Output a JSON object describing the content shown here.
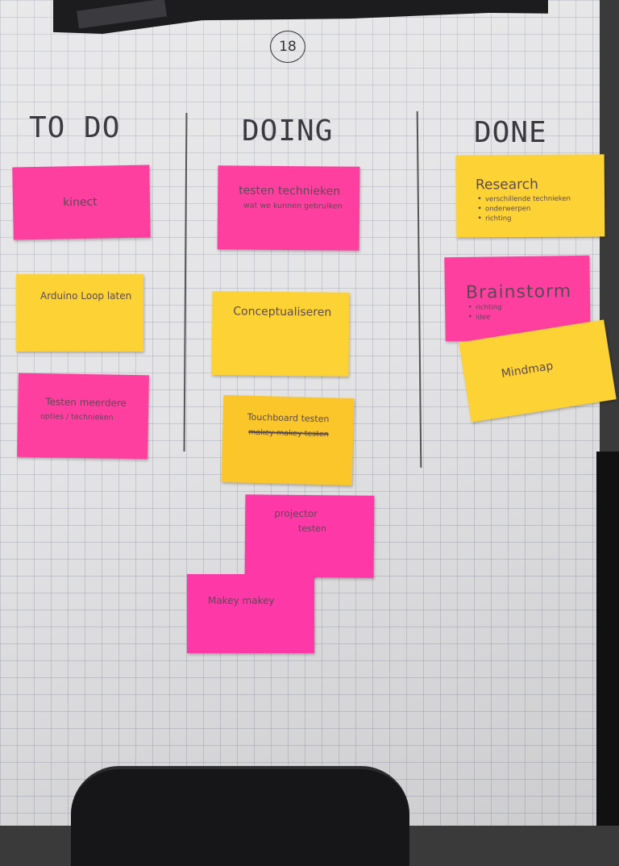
{
  "board": {
    "page_number": "18",
    "columns": {
      "todo": "TO DO",
      "doing": "DOING",
      "done": "DONE"
    }
  },
  "notes": {
    "todo": {
      "kinect": {
        "title": "kinect",
        "color": "#ff3fa0"
      },
      "arduino": {
        "title": "Arduino Loop laten",
        "color": "#fdd234"
      },
      "testen_meerdere": {
        "title": "Testen meerdere",
        "sub": "opties / technieken",
        "color": "#ff3fa0"
      }
    },
    "doing": {
      "testen_technieken": {
        "title": "testen technieken",
        "sub": "wat we kunnen gebruiken",
        "color": "#ff3fa0"
      },
      "conceptualiseren": {
        "title": "Conceptualiseren",
        "color": "#fdd234"
      },
      "touchboard": {
        "title": "Touchboard testen",
        "sub": "makey makey testen",
        "color": "#fdd234"
      },
      "projector": {
        "title": "projector",
        "sub": "testen",
        "color": "#ff3fa0"
      },
      "makey": {
        "title": "Makey makey",
        "color": "#ff3fa0"
      }
    },
    "done": {
      "research": {
        "title": "Research",
        "bullets": [
          "verschillende technieken",
          "onderwerpen",
          "richting"
        ],
        "color": "#fdd234"
      },
      "brainstorm": {
        "title": "Brainstorm",
        "bullets": [
          "richting",
          "idee"
        ],
        "color": "#ff3fa0"
      },
      "mindmap": {
        "title": "Mindmap",
        "color": "#fdd234"
      }
    }
  }
}
